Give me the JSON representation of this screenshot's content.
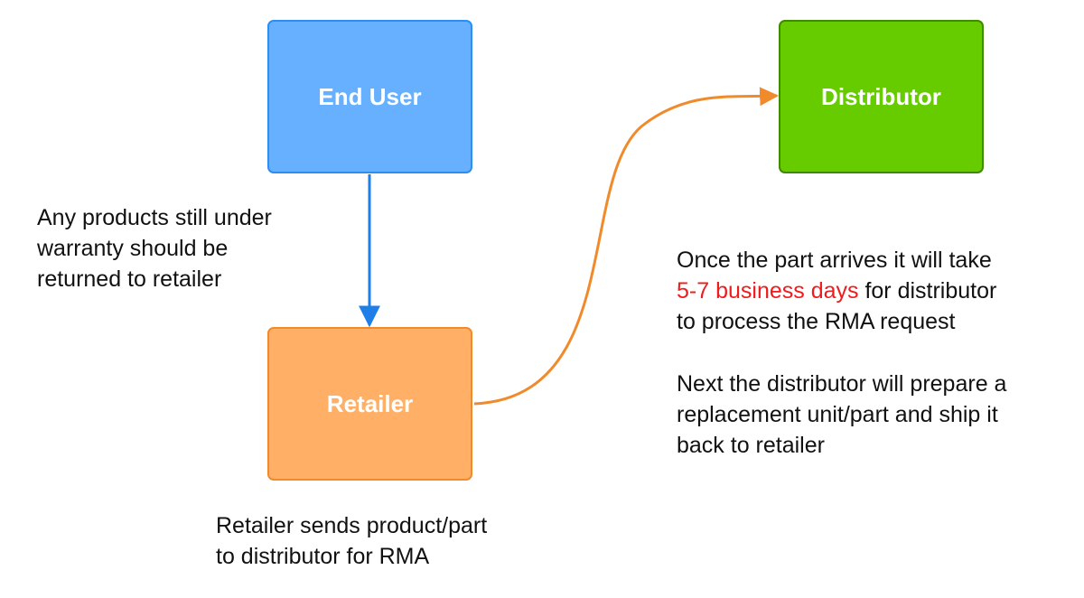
{
  "nodes": {
    "end_user": "End User",
    "retailer": "Retailer",
    "distributor": "Distributor"
  },
  "notes": {
    "warranty": [
      "Any products still under",
      "warranty should be",
      "returned to retailer"
    ],
    "retailer_sends": [
      "Retailer sends product/part",
      "to distributor for RMA"
    ],
    "processing": {
      "line1": "Once the part arrives it will take",
      "line2_highlight": "5-7 business days",
      "line2_rest": " for distributor",
      "line3": "to process the RMA request"
    },
    "replacement": [
      "Next the distributor will prepare a",
      "replacement unit/part and ship it",
      "back to retailer"
    ]
  },
  "colors": {
    "end_user_fill": "#66b0ff",
    "end_user_border": "#2b8ef0",
    "retailer_fill": "#ffb066",
    "retailer_border": "#f08a2b",
    "distributor_fill": "#66cc00",
    "distributor_border": "#3f8a00",
    "arrow_blue": "#1f7fe8",
    "arrow_orange": "#f08a2b",
    "highlight_text": "#ee1c1c"
  }
}
